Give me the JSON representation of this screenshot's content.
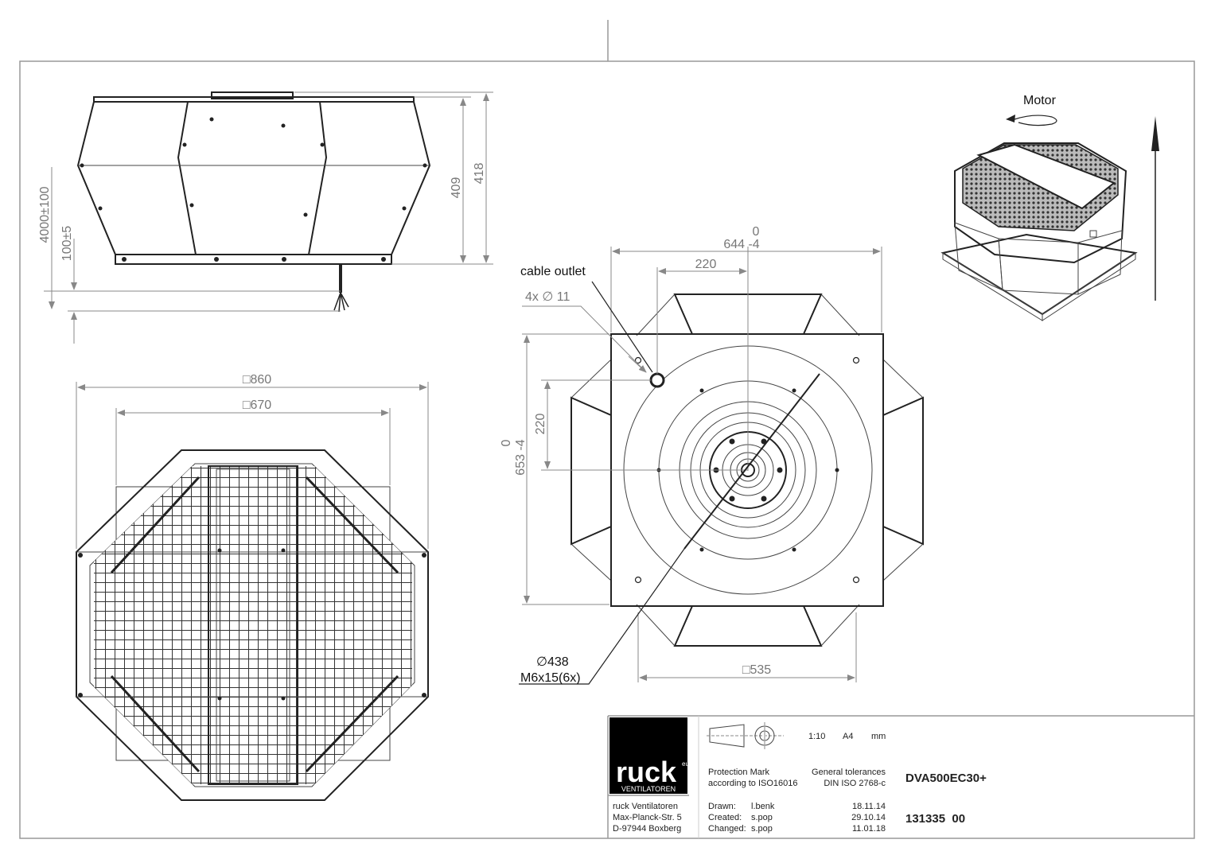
{
  "dimensions": {
    "d4000": "4000±100",
    "d100": "100±5",
    "d409": "409",
    "d418": "418",
    "d860": "□860",
    "d670": "□670",
    "d0_top": "0",
    "d644": "644 -4",
    "d220_top": "220",
    "d0_left": "0",
    "d653": "653 -4",
    "d220_left": "220",
    "d535": "□535",
    "d438": "∅438",
    "m6": "M6x15(6x)",
    "holes": "4x ∅ 11"
  },
  "labels": {
    "cable_outlet": "cable outlet",
    "motor": "Motor"
  },
  "title_block": {
    "logo_text": "ruck",
    "logo_sup": "eu",
    "logo_sub": "VENTILATOREN",
    "company": "ruck Ventilatoren",
    "street": "Max-Planck-Str. 5",
    "city": "D-97944 Boxberg",
    "scale": "1:10",
    "paper": "A4",
    "unit": "mm",
    "protection_1": "Protection Mark",
    "protection_2": "according to ISO16016",
    "tolerance_1": "General tolerances",
    "tolerance_2": "DIN ISO 2768-c",
    "model": "DVA500EC30+",
    "part_number": "131335  00",
    "drawn_label": "Drawn:",
    "drawn_by": "l.benk",
    "drawn_date": "18.11.14",
    "created_label": "Created:",
    "created_by": "s.pop",
    "created_date": "29.10.14",
    "changed_label": "Changed:",
    "changed_by": "s.pop",
    "changed_date": "11.01.18"
  }
}
